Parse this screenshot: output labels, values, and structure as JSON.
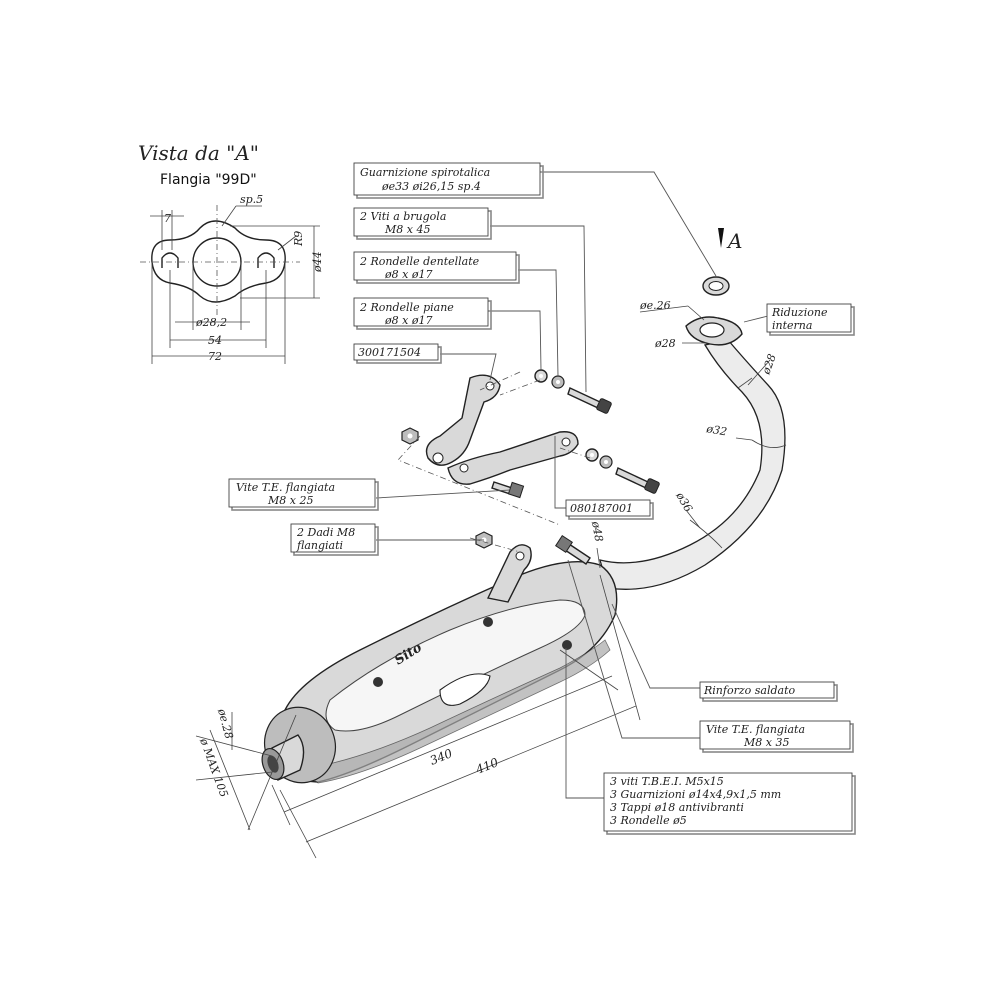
{
  "view": {
    "title": "Vista da \"A\"",
    "subtitle": "Flangia \"99D\"",
    "dims": {
      "thickness": "sp.5",
      "slot": "7",
      "radius": "R9",
      "height": "ø44",
      "bore": "ø28,2",
      "center": "54",
      "overall": "72"
    }
  },
  "view_marker": "A",
  "callouts": [
    {
      "id": "gasket",
      "lines": [
        "Guarnizione spirotalica",
        "øe33 øi26,15 sp.4"
      ]
    },
    {
      "id": "allen-screws",
      "lines": [
        "2 Viti a brugola",
        "M8 x 45"
      ]
    },
    {
      "id": "toothed-washers",
      "lines": [
        "2 Rondelle dentellate",
        "ø8 x ø17"
      ]
    },
    {
      "id": "flat-washers",
      "lines": [
        "2 Rondelle piane",
        "ø8 x ø17"
      ]
    },
    {
      "id": "part-bracket",
      "lines": [
        "300171504"
      ]
    },
    {
      "id": "flange-screw-25",
      "lines": [
        "Vite T.E. flangiata",
        "M8 x 25"
      ]
    },
    {
      "id": "nuts",
      "lines": [
        "2 Dadi M8",
        "flangiati"
      ]
    },
    {
      "id": "part-plate",
      "lines": [
        "080187001"
      ]
    },
    {
      "id": "reduction",
      "lines": [
        "Riduzione",
        "interna"
      ]
    },
    {
      "id": "welded",
      "lines": [
        "Rinforzo saldato"
      ]
    },
    {
      "id": "flange-screw-35",
      "lines": [
        "Vite T.E. flangiata",
        "M8 x 35"
      ]
    },
    {
      "id": "kit",
      "lines": [
        "3 viti T.B.E.I. M5x15",
        "3 Guarnizioni ø14x4,9x1,5 mm",
        "3 Tappi ø18 antivibranti",
        "3 Rondelle ø5"
      ]
    }
  ],
  "dims": {
    "e26": "øe.26",
    "d28a": "ø28",
    "d28b": "ø28",
    "d32": "ø32",
    "d36": "ø36",
    "d48": "ø48",
    "e28": "øe.28",
    "max105": "ø MAX 105",
    "len340": "340",
    "len410": "410"
  },
  "brand": "Sito"
}
